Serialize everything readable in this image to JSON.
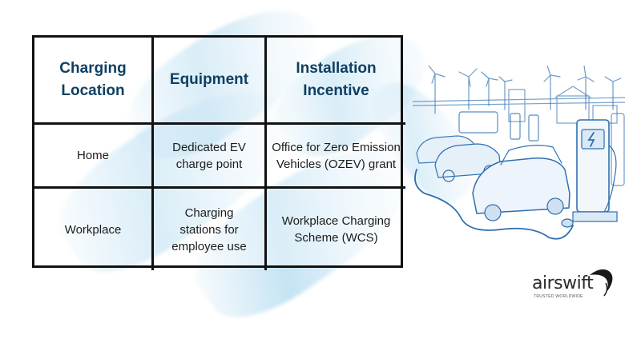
{
  "table": {
    "headers": [
      "Charging Location",
      "Equipment",
      "Installation Incentive"
    ],
    "header_lines": [
      [
        "Charging",
        "Location"
      ],
      [
        "Equipment"
      ],
      [
        "Installation",
        "Incentive"
      ]
    ],
    "rows": [
      {
        "location": "Home",
        "equipment": "Dedicated EV charge point",
        "incentive": "Office for Zero Emission Vehicles (OZEV) grant"
      },
      {
        "location": "Workplace",
        "equipment": "Charging stations for employee use",
        "incentive": "Workplace Charging Scheme (WCS)"
      }
    ]
  },
  "illustration": {
    "description": "Sketch of electric cars parked at charging stations with wind turbines and buildings in the background"
  },
  "logo": {
    "name": "airswift",
    "tagline": "TRUSTED WORLDWIDE"
  },
  "colors": {
    "header_text": "#0f3f62",
    "body_text": "#1c1c1c",
    "border": "#111111",
    "brush_blue": "#96cdeb",
    "sketch_blue": "#2f6fb0"
  }
}
